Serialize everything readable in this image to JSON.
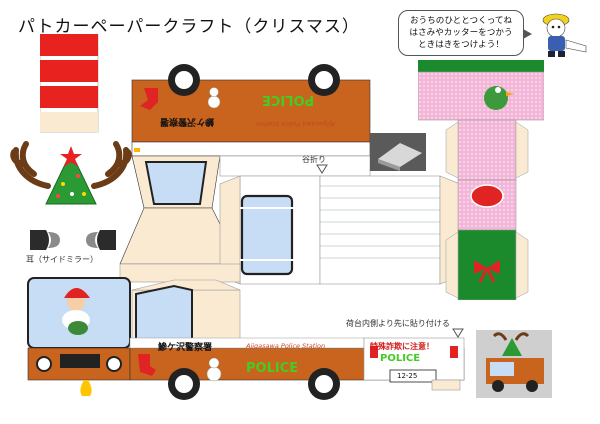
{
  "page": {
    "title": "パトカーペーパークラフト（クリスマス）",
    "bubble_lines": [
      "おうちのひととつくってね",
      "はさみやカッターをつかう",
      "ときはきをつけよう！"
    ]
  },
  "labels": {
    "valley_fold": "谷折り",
    "ears_caption": "耳（サイドミラー）",
    "attach_note": "荷台内側より先に貼り付ける"
  },
  "vehicle": {
    "station_name": "鰺ケ沢警察署",
    "station_roman": "Ajigasawa Police Station",
    "police_word": "POLICE",
    "fraud_warning": "特殊詐欺に注意！",
    "plate_number": "12-25"
  },
  "colors": {
    "orange": "#c8641e",
    "green": "#1a8a2c",
    "pink": "#f4b6d8",
    "red": "#e02424",
    "tab": "#fbead2",
    "window": "#c7dcf5"
  }
}
